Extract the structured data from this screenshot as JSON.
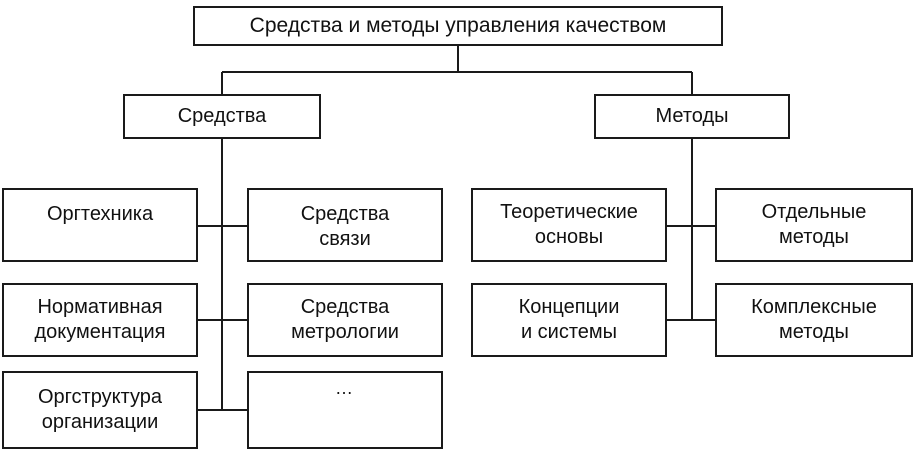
{
  "diagram": {
    "root": "Средства и методы управления качеством",
    "means": {
      "title": "Средства",
      "items": [
        "Оргтехника",
        "Средства\nсвязи",
        "Нормативная\nдокументация",
        "Средства\nметрологии",
        "Оргструктура\nорганизации",
        "…"
      ]
    },
    "methods": {
      "title": "Методы",
      "items": [
        "Теоретические\nосновы",
        "Отдельные\nметоды",
        "Концепции\nи системы",
        "Комплексные\nметоды"
      ]
    }
  }
}
